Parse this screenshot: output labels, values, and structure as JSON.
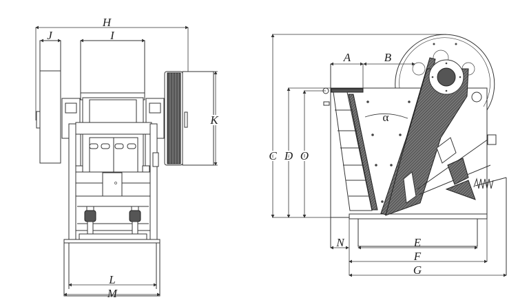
{
  "title": "Jaw crusher dimension drawing",
  "front_view": {
    "labels": {
      "H": "H",
      "J": "J",
      "I": "I",
      "K": "K",
      "L": "L",
      "M": "M"
    }
  },
  "side_view": {
    "labels": {
      "A": "A",
      "B": "B",
      "C": "C",
      "D": "D",
      "O": "O",
      "alpha": "α",
      "N": "N",
      "E": "E",
      "F": "F",
      "G": "G"
    }
  },
  "colors": {
    "line": "#333333",
    "fill": "#555555",
    "background": "#ffffff"
  }
}
